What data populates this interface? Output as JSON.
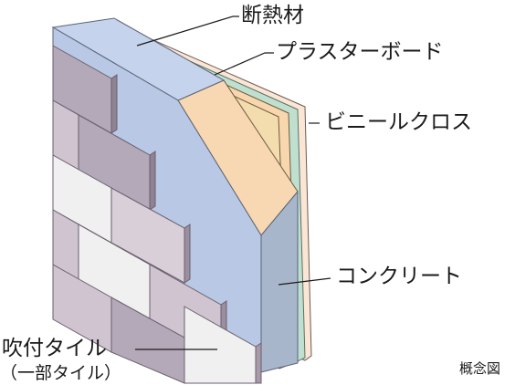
{
  "labels": {
    "insulation": "断熱材",
    "plasterboard": "プラスターボード",
    "vinyl_cloth": "ビニールクロス",
    "concrete": "コンクリート",
    "tile": "吹付タイル",
    "tile_note": "（一部タイル）",
    "concept": "概念図"
  },
  "colors": {
    "cloth": "#fbe6d6",
    "plaster_face": "#f8d7ae",
    "green_layer": "#bfe0cf",
    "concrete_face": "#b9c8e4",
    "concrete_side": "#a8b6cc",
    "tile_light": "#f0f0f0",
    "tile_mauve": "#cfc4cf",
    "tile_dark": "#b4a9b8"
  }
}
